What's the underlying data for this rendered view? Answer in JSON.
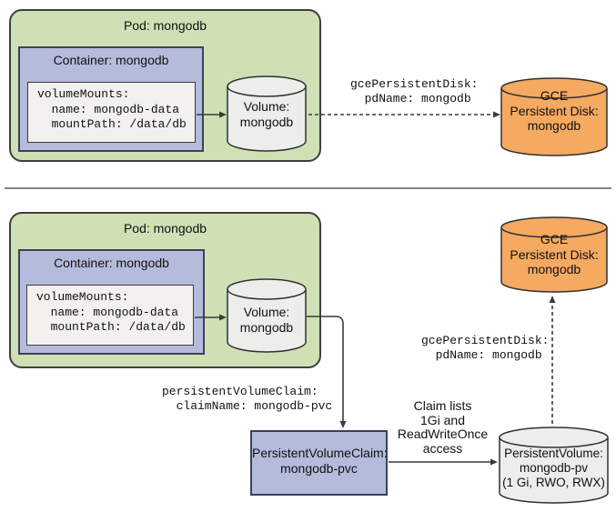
{
  "colors": {
    "pod_fill": "#cfe0b5",
    "container_fill": "#b5bbdb",
    "code_fill": "#f2f1ee",
    "cylinder_fill": "#ededec",
    "disk_fill": "#f5a961",
    "divider": "#868686",
    "arrow": "#3a3a3a"
  },
  "top_section": {
    "pod": {
      "title": "Pod: mongodb",
      "container": {
        "title": "Container: mongodb",
        "code": "volumeMounts:\n  name: mongodb-data\n  mountPath: /data/db"
      },
      "volume": "Volume:\nmongodb"
    },
    "gce_annotation": "gcePersistentDisk:\n  pdName: mongodb",
    "gce_disk": "GCE\nPersistent Disk:\nmongodb"
  },
  "bottom_section": {
    "pod": {
      "title": "Pod: mongodb",
      "container": {
        "title": "Container: mongodb",
        "code": "volumeMounts:\n  name: mongodb-data\n  mountPath: /data/db"
      },
      "volume": "Volume:\nmongodb"
    },
    "gce_disk": "GCE\nPersistent Disk:\nmongodb",
    "gce_annotation": "gcePersistentDisk:\n  pdName: mongodb",
    "pvc_annotation": "persistentVolumeClaim:\n  claimName: mongodb-pvc",
    "pvc_box": "PersistentVolumeClaim:\nmongodb-pvc",
    "claim_note": "Claim lists\n1Gi and\nReadWriteOnce\naccess",
    "pv": "PersistentVolume:\nmongodb-pv\n(1 Gi, RWO, RWX)"
  }
}
